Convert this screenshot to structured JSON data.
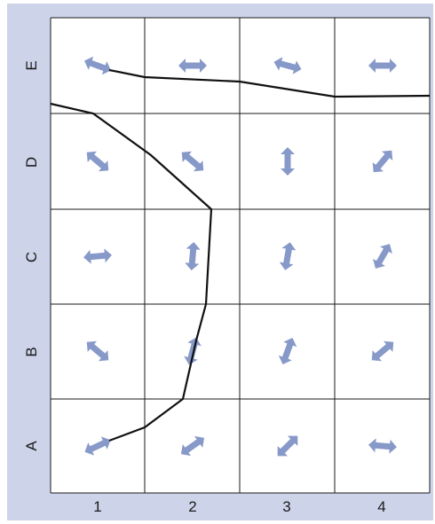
{
  "rows": [
    "A",
    "B",
    "C",
    "D",
    "E"
  ],
  "columns": [
    "1",
    "2",
    "3",
    "4"
  ],
  "colors": {
    "frame_background": "#cdd4ea",
    "grid_background": "#ffffff",
    "grid_lines": "#1a1a1a",
    "arrow_fill": "#8799c9",
    "boundary_line": "#111111"
  },
  "arrow_icon": "double-headed-arrow",
  "cells": [
    {
      "row": "E",
      "col": "1",
      "angle_deg": 20
    },
    {
      "row": "E",
      "col": "2",
      "angle_deg": 0
    },
    {
      "row": "E",
      "col": "3",
      "angle_deg": 15
    },
    {
      "row": "E",
      "col": "4",
      "angle_deg": 0
    },
    {
      "row": "D",
      "col": "1",
      "angle_deg": 40
    },
    {
      "row": "D",
      "col": "2",
      "angle_deg": 40
    },
    {
      "row": "D",
      "col": "3",
      "angle_deg": 90
    },
    {
      "row": "D",
      "col": "4",
      "angle_deg": -50
    },
    {
      "row": "C",
      "col": "1",
      "angle_deg": -5
    },
    {
      "row": "C",
      "col": "2",
      "angle_deg": 95
    },
    {
      "row": "C",
      "col": "3",
      "angle_deg": 100
    },
    {
      "row": "C",
      "col": "4",
      "angle_deg": -60
    },
    {
      "row": "B",
      "col": "1",
      "angle_deg": 40
    },
    {
      "row": "B",
      "col": "2",
      "angle_deg": 105
    },
    {
      "row": "B",
      "col": "3",
      "angle_deg": 110
    },
    {
      "row": "B",
      "col": "4",
      "angle_deg": -40
    },
    {
      "row": "A",
      "col": "1",
      "angle_deg": -25
    },
    {
      "row": "A",
      "col": "2",
      "angle_deg": -35
    },
    {
      "row": "A",
      "col": "3",
      "angle_deg": -45
    },
    {
      "row": "A",
      "col": "4",
      "angle_deg": 5
    }
  ]
}
